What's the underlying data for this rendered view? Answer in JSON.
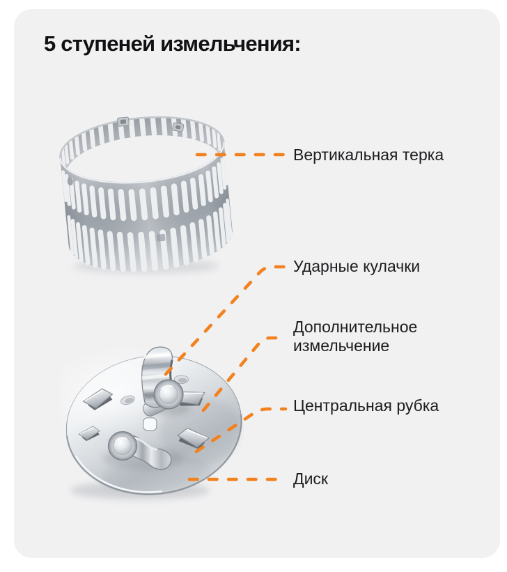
{
  "title": "5 ступеней измельчения:",
  "colors": {
    "accent": "#F2811E",
    "card_bg": "#f1f1f2"
  },
  "images": {
    "ring": "grater-ring",
    "disc": "chopper-disc"
  },
  "labels": [
    {
      "text": "Вертикальная терка"
    },
    {
      "text": "Ударные кулачки"
    },
    {
      "text": "Дополнительное измельчение"
    },
    {
      "text": "Центральная рубка"
    },
    {
      "text": "Диск"
    }
  ]
}
